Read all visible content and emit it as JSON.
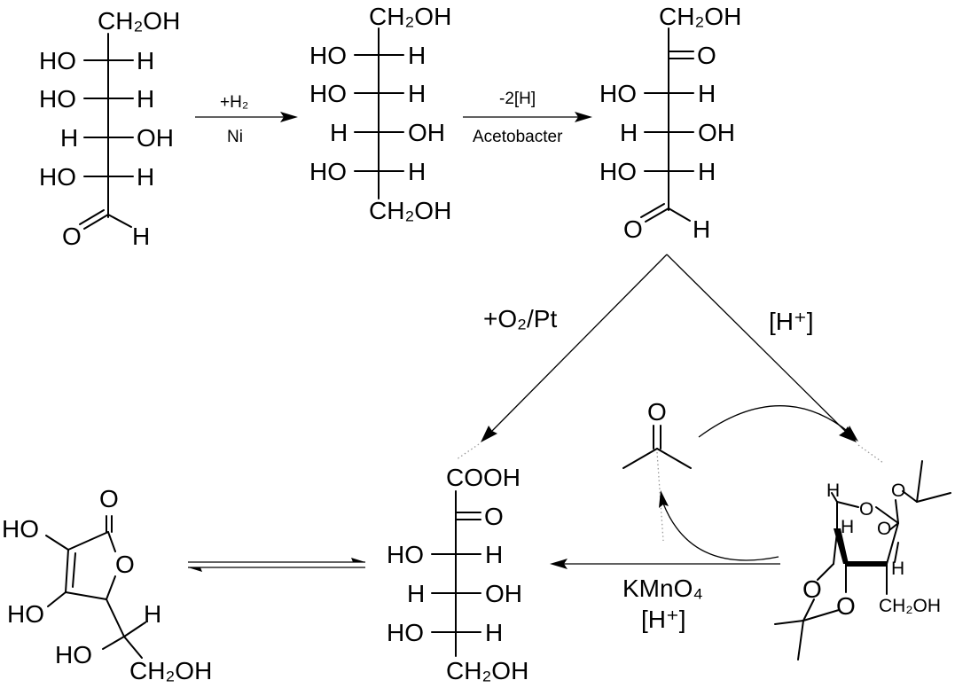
{
  "molecules": {
    "glucose": {
      "top": "CH₂OH",
      "rows": [
        {
          "left": "HO",
          "right": "H"
        },
        {
          "left": "HO",
          "right": "H"
        },
        {
          "left": "H",
          "right": "OH"
        },
        {
          "left": "HO",
          "right": "H"
        }
      ],
      "aldehyde_o": "O",
      "aldehyde_h": "H"
    },
    "sorbitol": {
      "top": "CH₂OH",
      "rows": [
        {
          "left": "HO",
          "right": "H"
        },
        {
          "left": "HO",
          "right": "H"
        },
        {
          "left": "H",
          "right": "OH"
        },
        {
          "left": "HO",
          "right": "H"
        }
      ],
      "bottom": "CH₂OH"
    },
    "sorbose": {
      "top": "CH₂OH",
      "keto": "O",
      "rows": [
        {
          "left": "HO",
          "right": "H"
        },
        {
          "left": "H",
          "right": "OH"
        },
        {
          "left": "HO",
          "right": "H"
        }
      ],
      "aldehyde_o": "O",
      "aldehyde_h": "H"
    },
    "ketogulonic": {
      "top": "COOH",
      "keto": "O",
      "rows": [
        {
          "left": "HO",
          "right": "H"
        },
        {
          "left": "H",
          "right": "OH"
        },
        {
          "left": "HO",
          "right": "H"
        }
      ],
      "bottom": "CH₂OH"
    },
    "acetone": {
      "o": "O"
    },
    "diacetone": {
      "h_top": "H",
      "ring_o": "O",
      "h_mid": "H",
      "o_right": "O",
      "o_top": "O",
      "h_right": "H",
      "o_left": "O",
      "o_bottom": "O",
      "ch2oh": "CH₂OH"
    },
    "ascorbic": {
      "carbonyl_o": "O",
      "ho_top": "HO",
      "ring_o": "O",
      "ho_bottom": "HO",
      "h": "H",
      "ho_side": "HO",
      "ch2oh": "CH₂OH"
    }
  },
  "reactions": {
    "hydrogenation": {
      "above": "+H₂",
      "below": "Ni"
    },
    "oxidation_bio": {
      "above": "-2[H]",
      "below": "Acetobacter"
    },
    "catalytic_oxidation": {
      "label": "+O₂/Pt"
    },
    "acid_catalysis": {
      "label": "[H⁺]"
    },
    "permanganate": {
      "line1": "KMnO₄",
      "line2": "[H⁺]"
    }
  }
}
